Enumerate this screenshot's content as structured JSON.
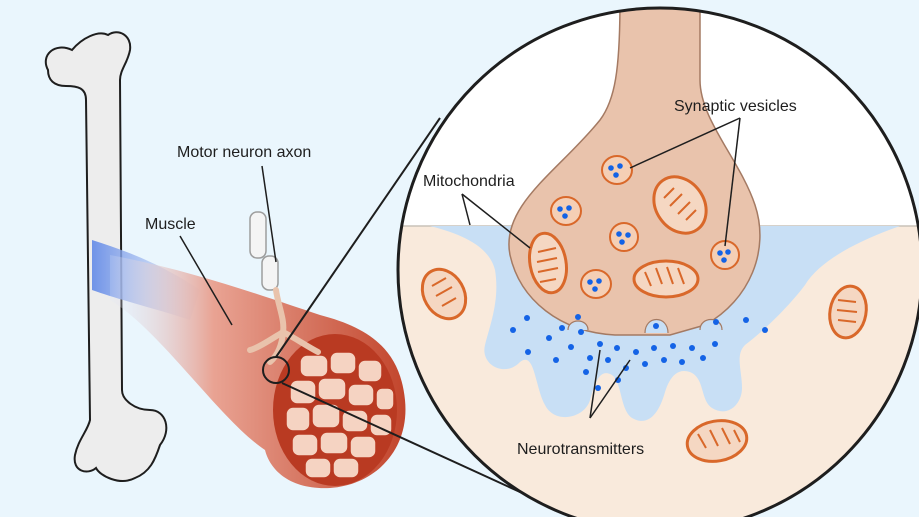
{
  "labels": {
    "motor_neuron_axon": "Motor neuron axon",
    "muscle": "Muscle",
    "mitochondria": "Mitochondria",
    "synaptic_vesicles": "Synaptic vesicles",
    "neurotransmitters": "Neurotransmitters"
  },
  "colors": {
    "background": "#eaf6fd",
    "bone": "#ededed",
    "outline": "#1e1e1e",
    "muscle_dark": "#b93a22",
    "muscle_light": "#f2b8a6",
    "neuron": "#e9c3ac",
    "cleft": "#c8dff5",
    "muscle_cell": "#f9eadc",
    "mitochondria": "#d9682a",
    "vesicle_fill": "#f5cfb5",
    "neurotransmitter": "#1463e6"
  }
}
